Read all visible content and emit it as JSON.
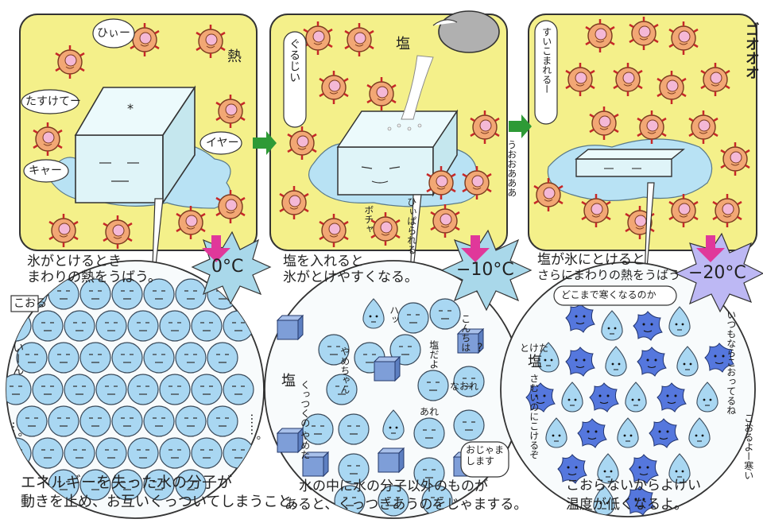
{
  "colors": {
    "panel_yellow": "#f4f08a",
    "ice_blue": "#dff4f8",
    "molecule_blue": "#a9d7f2",
    "salt_cube": "#7e9ed8",
    "star_blue": "#5577dd",
    "heat_orange": "#f2a774",
    "heat_pink": "#f4b8d6",
    "arrow_green": "#2e9a36",
    "arrow_magenta": "#e0389a",
    "burst_blue": "#a9d8ea",
    "burst_violet": "#bdb8f4"
  },
  "panel1": {
    "speech": [
      "ひぃー",
      "たすけてー",
      "キャー",
      "イヤー"
    ],
    "label_heat": "熱",
    "ice_mark": "*",
    "caption": [
      "氷がとけるとき",
      "まわりの熱をうばう。"
    ],
    "temperature": "0°C"
  },
  "panel2": {
    "speech": [
      "ぐるじい",
      "ボチャ",
      "ひぃぱられる"
    ],
    "label_salt": "塩",
    "caption": [
      "塩を入れると",
      "氷がとけやすくなる。"
    ],
    "temperature": "−10°C"
  },
  "panel3": {
    "speech_left": "すいこまれるー",
    "speech_mid": "うおおあああ",
    "sound": "ゴオオオ",
    "caption": [
      "塩が氷にとけると",
      "さらにまわりの熱をうばう"
    ],
    "bubble": "どこまで寒くなるのか",
    "temperature": "−20°C"
  },
  "circle1": {
    "tag": "こおる",
    "speech_left": "いーん",
    "dots_left": "…。",
    "dots_right": "……。",
    "caption": [
      "エネルギーを失った水の分子が",
      "動きを止め、お互いくっついてしまうこと。"
    ]
  },
  "circle2": {
    "label_salt": "塩",
    "speech": [
      "ハッ",
      "こんちは",
      "塩だよ",
      "やめちゃん",
      "くっつくの やめた",
      "あれ",
      "なおれ",
      "?",
      "おじゃま します"
    ],
    "caption": [
      "水の中に水の分子以外のものが",
      "あると、くっつきあうのをじゃまする。"
    ]
  },
  "circle3": {
    "label": [
      "とけた",
      "塩"
    ],
    "speech_left": "さむいのにこけるぞ",
    "speech_right": "いつもならこおってるね",
    "speech_cold": "こおるよー寒い",
    "caption": [
      "こおらないからよけい",
      "温度が低くなるよ。"
    ]
  }
}
